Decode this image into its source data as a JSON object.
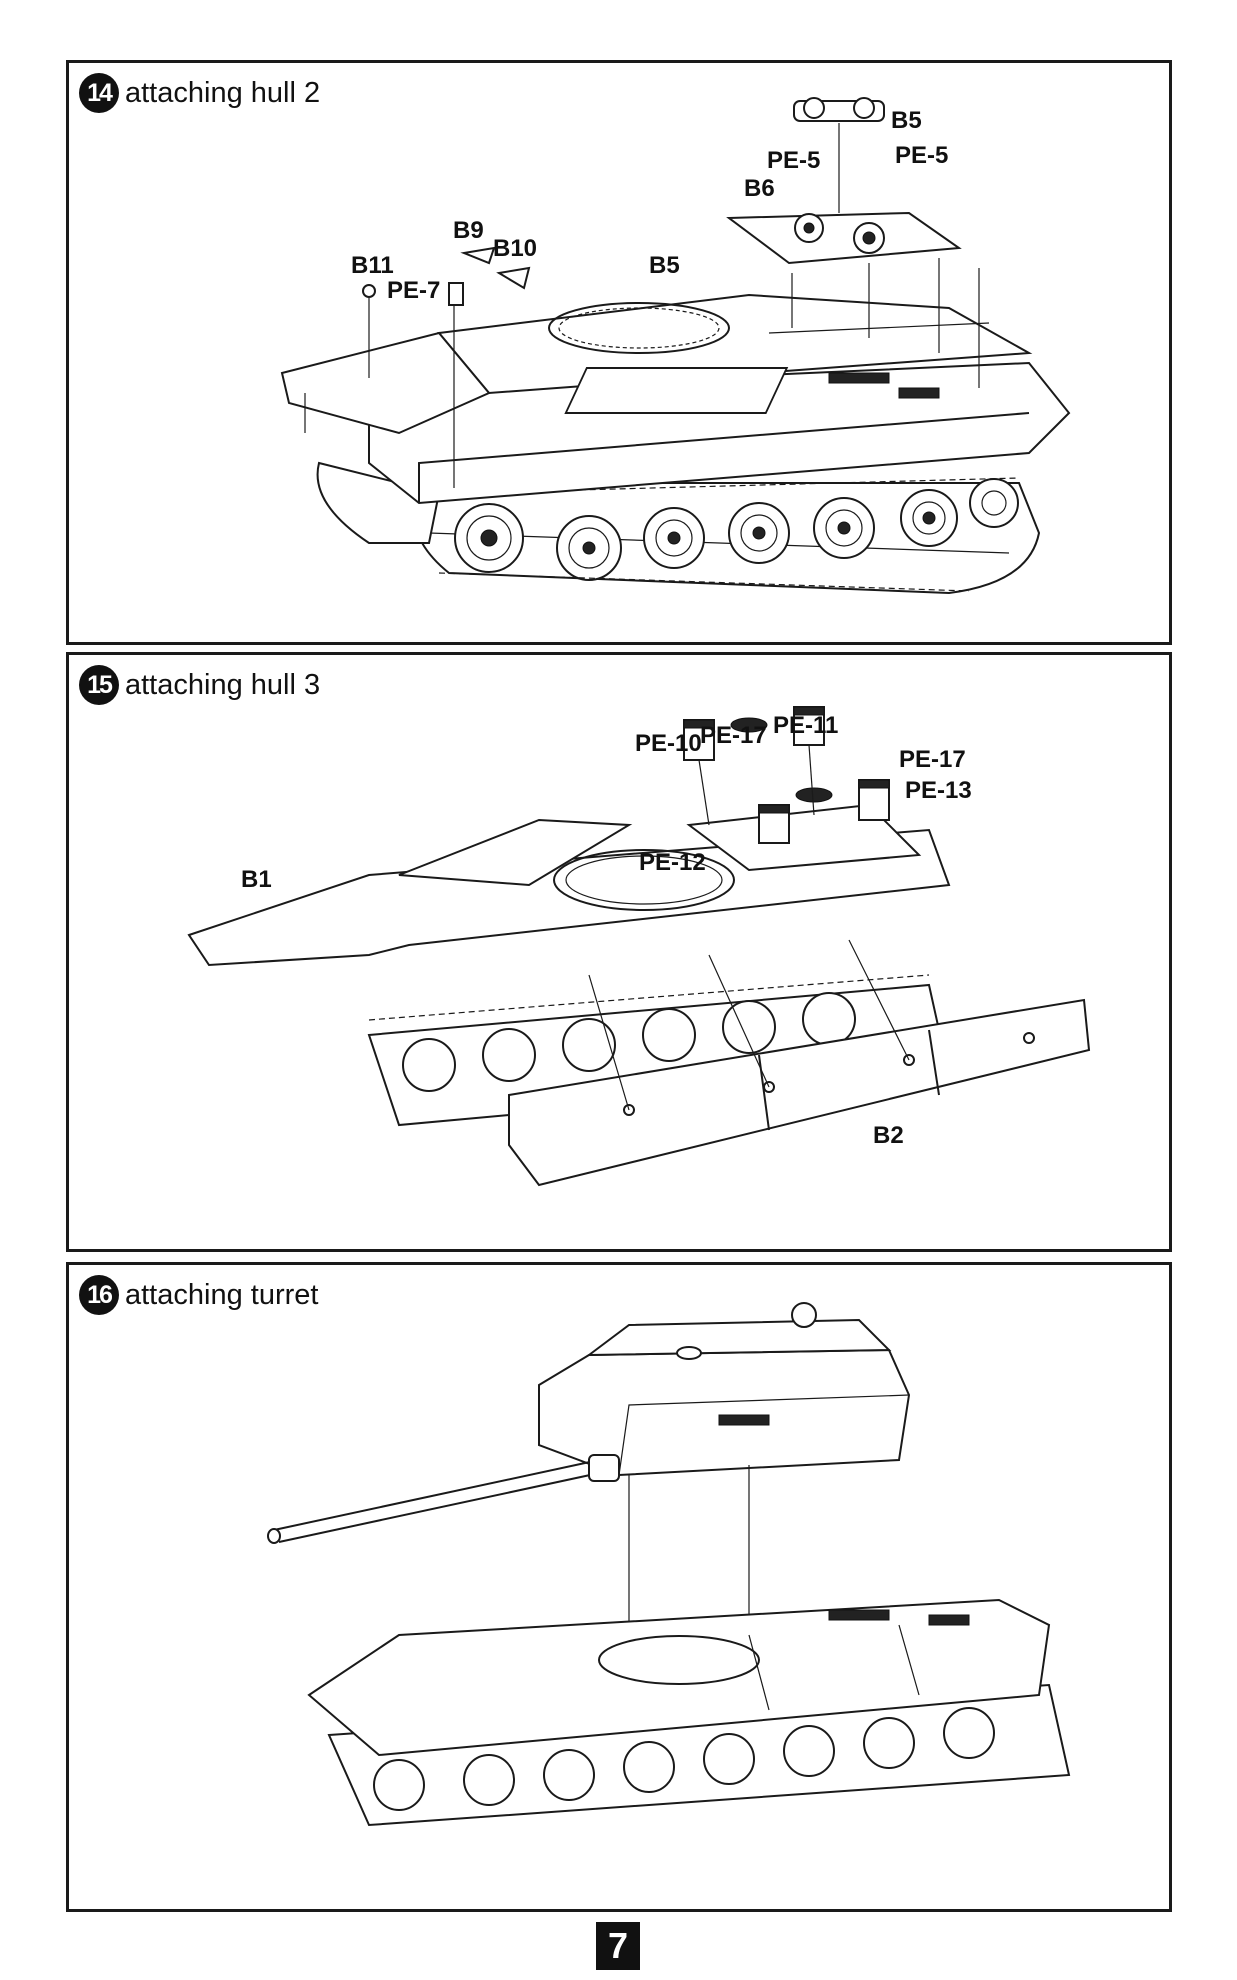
{
  "page_number": "7",
  "steps": [
    {
      "number": "14",
      "title": "attaching hull 2",
      "labels": [
        "B5",
        "PE-5",
        "PE-5",
        "B6",
        "B9",
        "B10",
        "B11",
        "PE-7",
        "B5"
      ]
    },
    {
      "number": "15",
      "title": "attaching hull 3",
      "labels": [
        "PE-11",
        "PE-17",
        "PE-10",
        "PE-17",
        "PE-13",
        "PE-12",
        "B1",
        "B2"
      ]
    },
    {
      "number": "16",
      "title": "attaching turret",
      "labels": []
    }
  ]
}
